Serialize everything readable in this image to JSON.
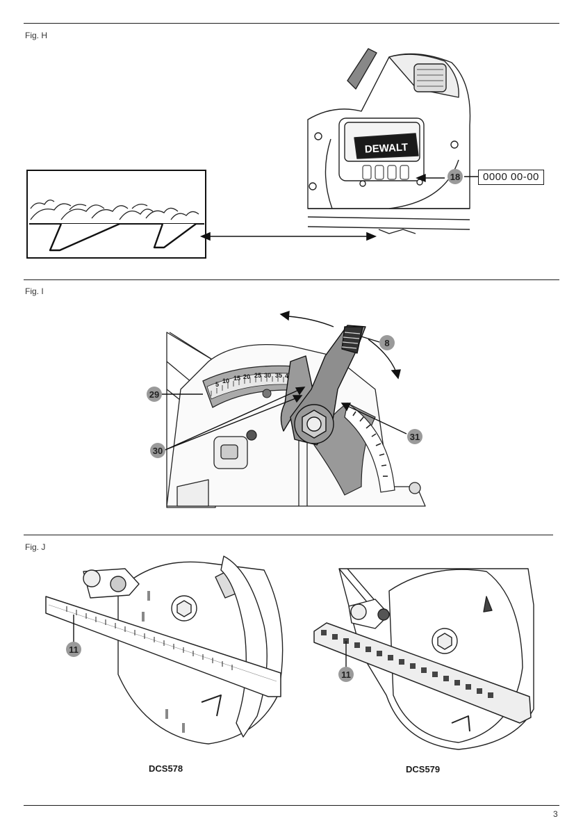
{
  "figures": {
    "h": {
      "label": "Fig. H",
      "callout": "18",
      "date_code": "0000 00-00",
      "brand": "DEWALT"
    },
    "i": {
      "label": "Fig. I",
      "callouts": [
        "8",
        "29",
        "30",
        "31"
      ],
      "scale_ticks": [
        "5",
        "10",
        "15",
        "20",
        "25",
        "30",
        "35",
        "40"
      ]
    },
    "j": {
      "label": "Fig. J",
      "callout_left": "11",
      "callout_right": "11",
      "model_left": "DCS578",
      "model_right": "DCS579"
    }
  },
  "page_number": "3"
}
